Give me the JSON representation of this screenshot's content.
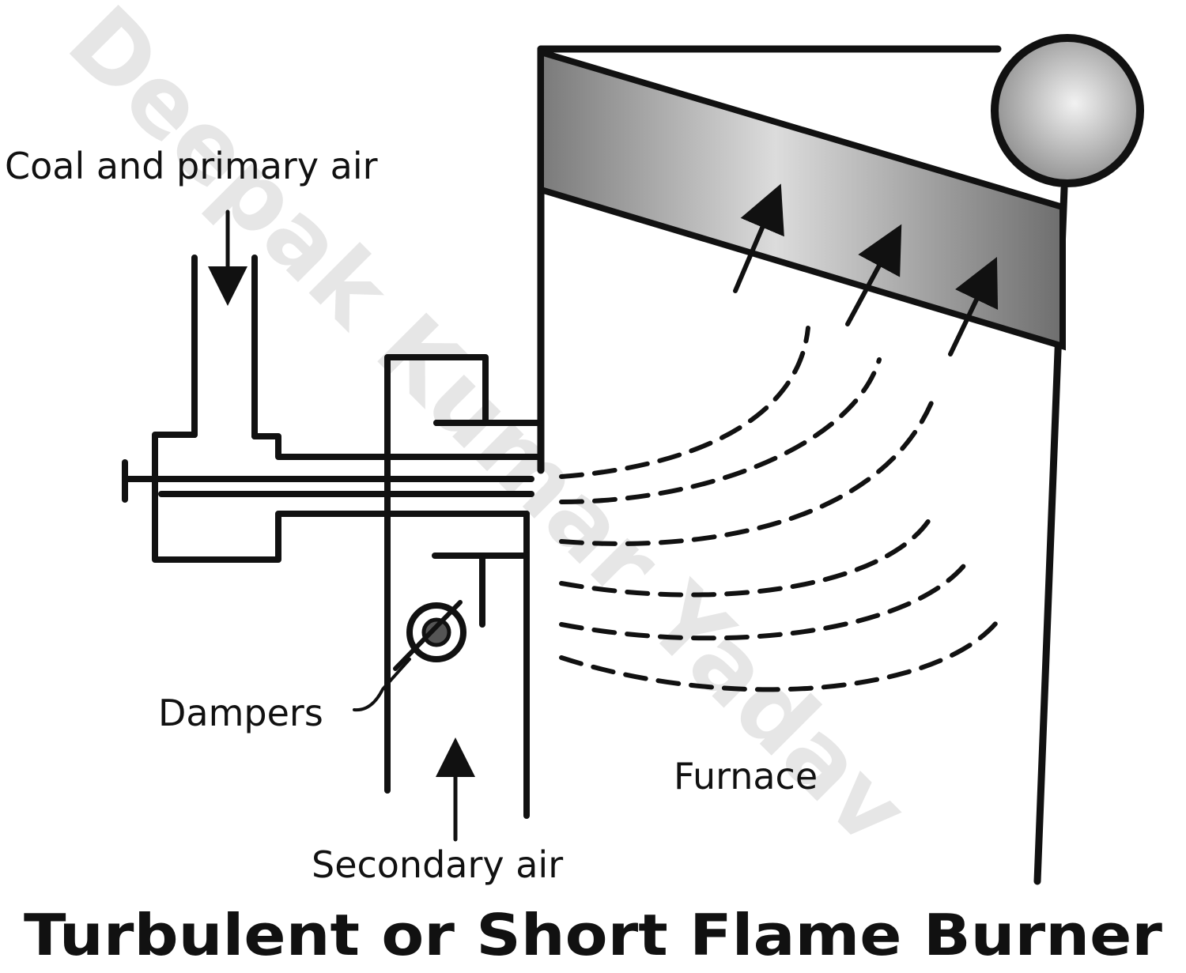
{
  "diagram": {
    "title": "Turbulent or Short Flame Burner",
    "labels": {
      "coal_primary_air": "Coal and primary air",
      "dampers": "Dampers",
      "furnace": "Furnace",
      "secondary_air": "Secondary air"
    },
    "watermark": "Deepak Kumar Yadav"
  },
  "colors": {
    "ink": "#111111",
    "background": "#ffffff",
    "tube_fill": "#8a8a8a",
    "drum_fill": "#b5b5b5",
    "watermark": "#e6e6e6"
  }
}
